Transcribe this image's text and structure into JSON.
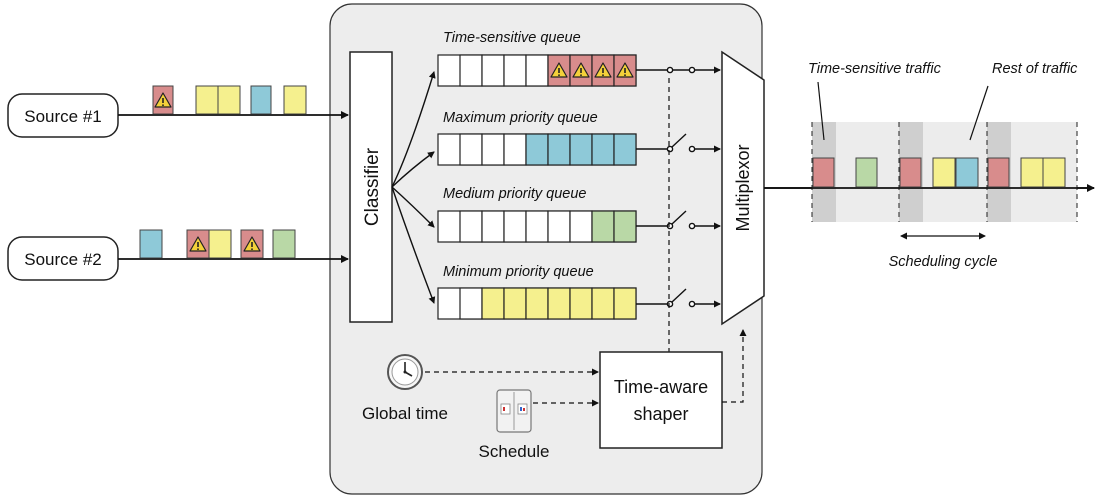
{
  "sources": {
    "source1": "Source #1",
    "source2": "Source #2"
  },
  "classifier": "Classifier",
  "multiplexor": "Multiplexor",
  "queues": {
    "time_sensitive": "Time-sensitive queue",
    "maximum": "Maximum priority queue",
    "medium": "Medium priority queue",
    "minimum": "Minimum priority queue"
  },
  "shaper": {
    "line1": "Time-aware",
    "line2": "shaper"
  },
  "global_time": "Global time",
  "schedule": "Schedule",
  "output": {
    "time_sensitive_traffic": "Time-sensitive traffic",
    "rest_of_traffic": "Rest of traffic",
    "scheduling_cycle": "Scheduling cycle"
  },
  "warning_glyph": "⚠",
  "colors": {
    "time_sensitive": "#d88c8c",
    "maximum": "#8ec9d8",
    "medium": "#b9d8a6",
    "minimum": "#f5f08e",
    "panel_bg": "#ededed"
  }
}
